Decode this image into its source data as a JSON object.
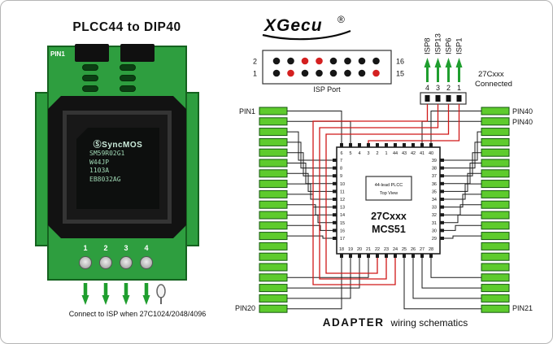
{
  "left": {
    "title": "PLCC44  to DIP40",
    "pin1": "PIN1",
    "chip_logo": "ⓈSyncMOS",
    "chip_lines": [
      "SM59R02G1",
      "W44JP",
      "1103A",
      "EB8032AG"
    ],
    "pin_numbers": [
      "1",
      "2",
      "3",
      "4"
    ],
    "caption": "Connect to ISP when  27C1024/2048/4096"
  },
  "logo": {
    "text": "XGecu",
    "reg": "®"
  },
  "isp_port": {
    "label": "ISP Port",
    "pin_top_left": "2",
    "pin_bottom_left": "1",
    "pin_top_right": "16",
    "pin_bottom_right": "15",
    "top_row_colors": [
      "black",
      "black",
      "red",
      "red",
      "black",
      "black",
      "black",
      "black"
    ],
    "bottom_row_colors": [
      "black",
      "red",
      "black",
      "black",
      "black",
      "black",
      "black",
      "red"
    ]
  },
  "isp_header": {
    "signals": [
      "ISP8",
      "ISP13",
      "ISP6",
      "ISP1"
    ],
    "connector_pins": [
      "4",
      "3",
      "2",
      "1"
    ],
    "connected_line1": "27Cxxx",
    "connected_line2": "Connected"
  },
  "schematic": {
    "left_top_label": "PIN1",
    "left_bottom_label": "PIN20",
    "right_top_label1": "PIN40",
    "right_top_label2": "PIN40",
    "right_bottom_label": "PIN21",
    "chip": {
      "top_pins": [
        "6",
        "5",
        "4",
        "3",
        "2",
        "1",
        "44",
        "43",
        "42",
        "41",
        "40"
      ],
      "left_pins": [
        "7",
        "8",
        "9",
        "10",
        "11",
        "12",
        "13",
        "14",
        "15",
        "16",
        "17"
      ],
      "right_pins": [
        "39",
        "38",
        "37",
        "36",
        "35",
        "34",
        "33",
        "32",
        "31",
        "30",
        "29"
      ],
      "bottom_pins": [
        "18",
        "19",
        "20",
        "21",
        "22",
        "23",
        "24",
        "25",
        "26",
        "27",
        "28"
      ],
      "inner_label1": "44-lead PLCC",
      "inner_label2": "Top View",
      "name1": "27Cxxx",
      "name2": "MCS51"
    }
  },
  "footer": {
    "bold": "ADAPTER",
    "text": "wiring schematics"
  },
  "colors": {
    "board_green": "#2e9e3f",
    "dip_pin_green": "#5ecb2d",
    "arrow_green": "#1f9e2e",
    "wire_red": "#d01818",
    "wire_black": "#1a1a1a"
  }
}
